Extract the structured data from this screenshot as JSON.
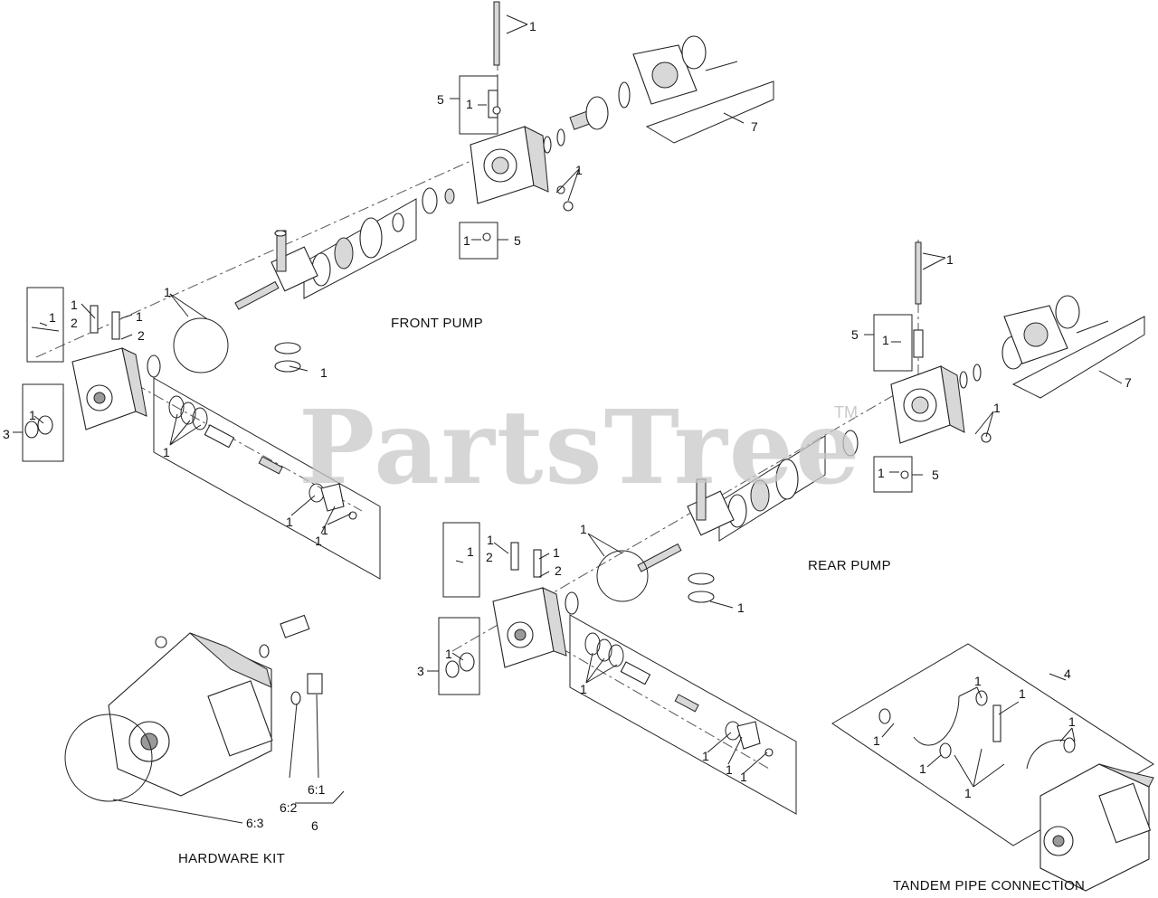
{
  "watermark": {
    "text": "PartsTree",
    "mark": "TM"
  },
  "titles": {
    "front_pump": "FRONT PUMP",
    "rear_pump": "REAR PUMP",
    "hardware_kit": "HARDWARE KIT",
    "tandem_pipe": "TANDEM PIPE CONNECTION"
  },
  "callouts": {
    "c1": "1",
    "c2": "2",
    "c3": "3",
    "c4": "4",
    "c5": "5",
    "c6": "6",
    "c7": "7",
    "c61": "6:1",
    "c62": "6:2",
    "c63": "6:3"
  }
}
